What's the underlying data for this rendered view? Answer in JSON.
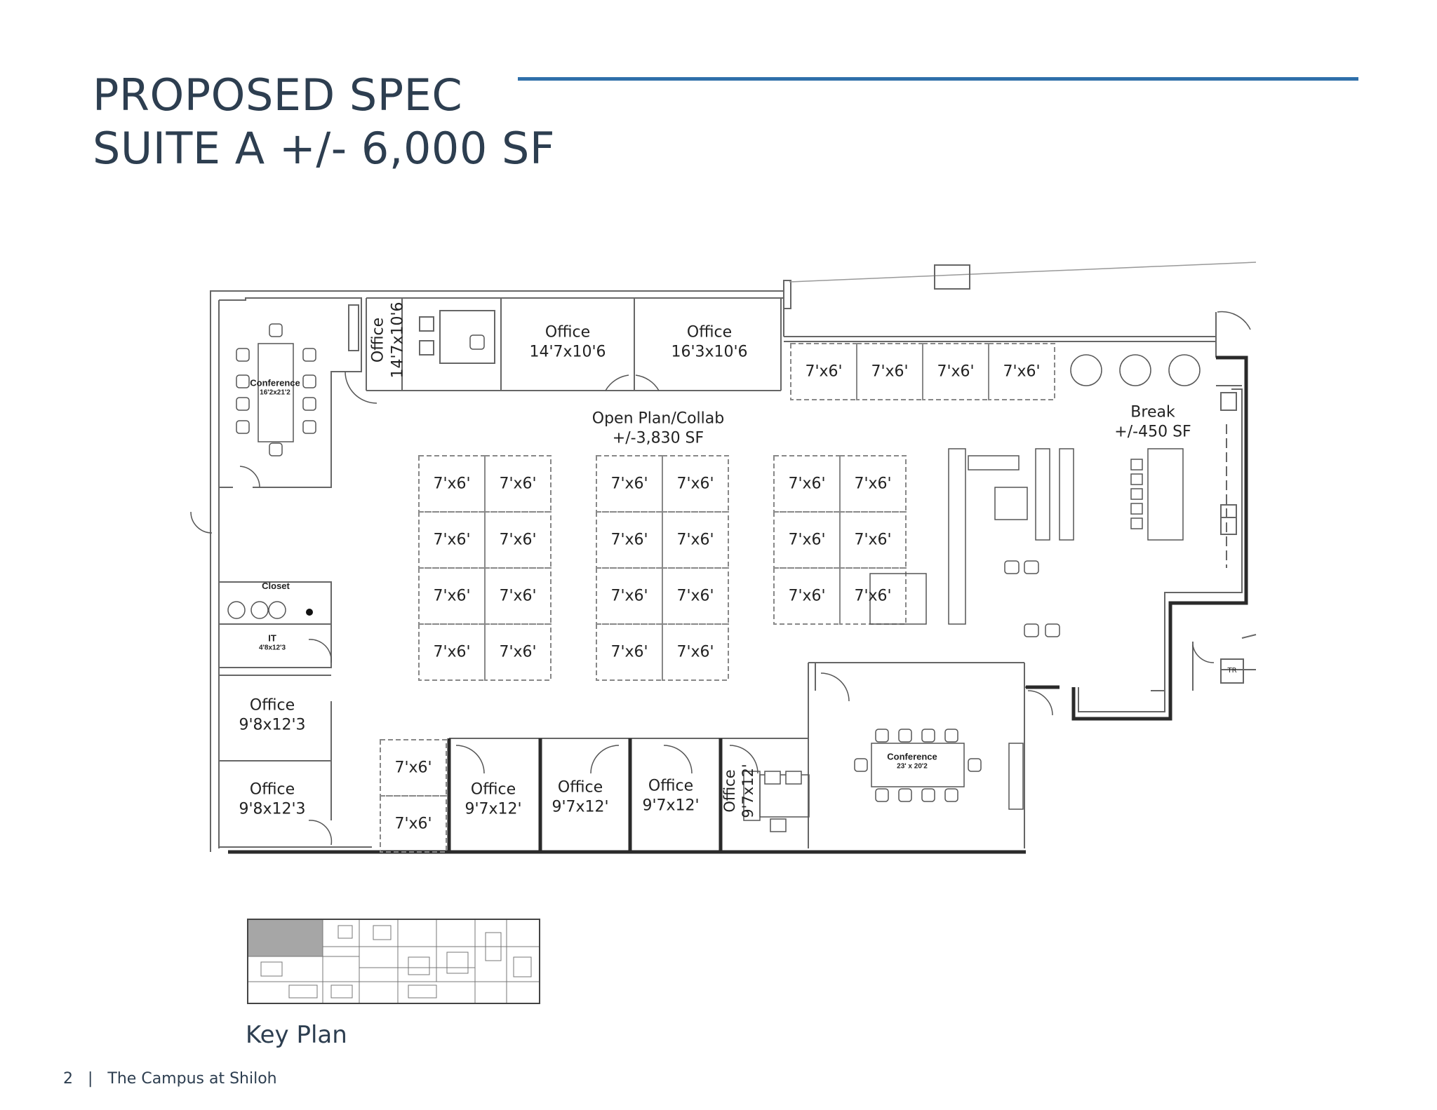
{
  "header": {
    "title_line1": "PROPOSED SPEC",
    "title_line2": "SUITE A +/- 6,000 SF",
    "accent_color": "#2f6faa"
  },
  "rooms": {
    "conference_west": {
      "name": "Conference",
      "size": "16'2x21'2"
    },
    "office_top_small": {
      "name": "Office",
      "size": "14'7x10'6"
    },
    "office_top_mid": {
      "name": "Office",
      "size": "14'7x10'6"
    },
    "office_top_right": {
      "name": "Office",
      "size": "16'3x10'6"
    },
    "open_plan": {
      "name": "Open Plan/Collab",
      "size": "+/-3,830 SF"
    },
    "break": {
      "name": "Break",
      "size": "+/-450 SF"
    },
    "closet": {
      "name": "Closet"
    },
    "it": {
      "name": "IT",
      "size": "4'8x12'3"
    },
    "office_west_1": {
      "name": "Office",
      "size": "9'8x12'3"
    },
    "office_west_2": {
      "name": "Office",
      "size": "9'8x12'3"
    },
    "office_south_1": {
      "name": "Office",
      "size": "9'7x12'"
    },
    "office_south_2": {
      "name": "Office",
      "size": "9'7x12'"
    },
    "office_south_3": {
      "name": "Office",
      "size": "9'7x12'"
    },
    "office_south_4": {
      "name": "Office",
      "size": "9'7x12'"
    },
    "conference_east": {
      "name": "Conference",
      "size": "23' x 20'2"
    },
    "tr": {
      "name": "TR"
    }
  },
  "workstation_label": "7'x6'",
  "key_plan": {
    "label": "Key Plan"
  },
  "footer": {
    "page_number": "2",
    "separator": "|",
    "text": "The Campus at Shiloh"
  }
}
